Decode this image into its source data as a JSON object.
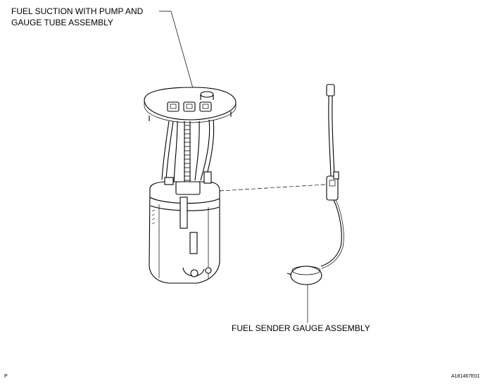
{
  "labels": {
    "pump_assembly_line1": "FUEL SUCTION WITH PUMP AND",
    "pump_assembly_line2": "GAUGE TUBE ASSEMBLY",
    "sender_gauge": "FUEL SENDER GAUGE ASSEMBLY",
    "corner_left": "P",
    "figure_code": "A181467E01"
  }
}
